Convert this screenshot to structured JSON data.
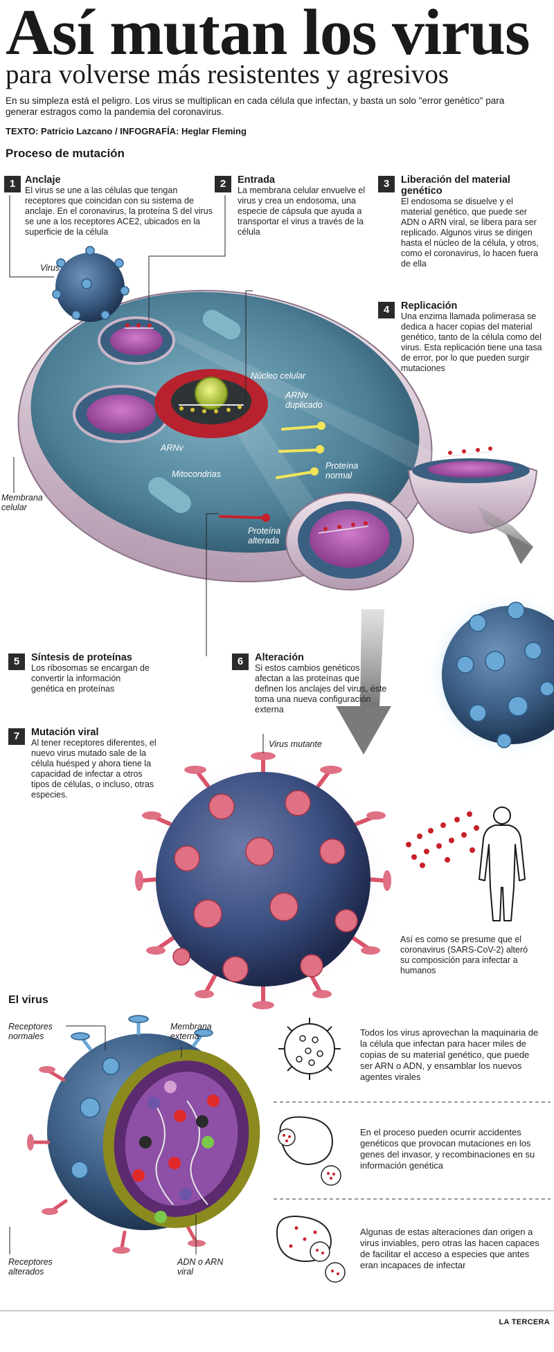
{
  "header": {
    "title": "Así mutan los virus",
    "subtitle": "para volverse más resistentes y agresivos",
    "intro": "En su simpleza está el peligro. Los virus se multiplican en cada célula que infectan, y basta un solo \"error genético\" para generar estragos como la pandemia del coronavirus.",
    "credits": "TEXTO: Patricio Lazcano / INFOGRAFÍA: Heglar Fleming"
  },
  "process": {
    "section_title": "Proceso de mutación",
    "steps": [
      {
        "num": "1",
        "title": "Anclaje",
        "body": "El virus se une a las células que tengan receptores que coincidan con su sistema de anclaje. En el coronavirus, la proteína S del virus se une a los receptores ACE2, ubicados en la superficie de la célula"
      },
      {
        "num": "2",
        "title": "Entrada",
        "body": "La membrana celular envuelve el virus y crea un endosoma, una especie de cápsula que ayuda a transportar el virus a través de la célula"
      },
      {
        "num": "3",
        "title": "Liberación del material genético",
        "body": "El endosoma se disuelve y el material genético, que puede ser ADN o ARN viral, se libera para ser replicado. Algunos virus se dirigen hasta el núcleo de la célula, y otros, como el coronavirus, lo hacen fuera de ella"
      },
      {
        "num": "4",
        "title": "Replicación",
        "body": "Una enzima llamada polimerasa se dedica a hacer copias del material genético, tanto de la célula como del virus. Esta replicación tiene una tasa de error, por lo que pueden surgir mutaciones"
      },
      {
        "num": "5",
        "title": "Síntesis de proteínas",
        "body": "Los ribosomas se encargan de convertir la información genética en proteínas"
      },
      {
        "num": "6",
        "title": "Alteración",
        "body": "Si estos cambios genéticos afectan a las proteínas que definen los anclajes del virus, éste toma una nueva configuración externa"
      },
      {
        "num": "7",
        "title": "Mutación viral",
        "body": "Al tener receptores diferentes, el nuevo virus mutado sale de la célula huésped y ahora tiene la capacidad de infectar a otros tipos de células, o incluso, otras especies."
      }
    ],
    "labels": {
      "virus": "Virus",
      "nucleo": "Núcleo celular",
      "arnv_dup": "ARNv duplicado",
      "arnv": "ARNv",
      "mitocondrias": "Mitocondrias",
      "proteina_normal": "Proteína normal",
      "proteina_alterada": "Proteína alterada",
      "membrana": "Membrana celular",
      "virus_mutante": "Virus mutante"
    },
    "human_caption": "Así es como se presume que el coronavirus (SARS-CoV-2) alteró su composición para infectar a humanos"
  },
  "virus_section": {
    "title": "El virus",
    "labels": {
      "receptores_normales": "Receptores normales",
      "membrana_externa": "Membrana externa",
      "receptores_alterados": "Receptores alterados",
      "adn": "ADN o ARN viral"
    },
    "notes": [
      "Todos los virus aprovechan la maquinaria de la célula que infectan para hacer miles de copias de su material genético, que puede ser ARN o ADN, y ensamblar los nuevos agentes virales",
      "En el proceso pueden ocurrir accidentes genéticos que provocan mutaciones en los genes del invasor, y recombinaciones en su información genética",
      "Algunas de estas alteraciones dan origen a virus inviables, pero otras las hacen capaces de facilitar el acceso a especies que antes eran incapaces de infectar"
    ]
  },
  "footer": {
    "source": "LA TERCERA"
  },
  "colors": {
    "cytoplasm": "#5d8fa3",
    "membrane": "#d9c9d6",
    "virus_body": "#3d5f86",
    "receptor_normal": "#6aa8d8",
    "receptor_altered": "#d9546a",
    "mutant_body": "#3a4f80",
    "nucleus_ring": "#b7222e",
    "endosome": "#a54ea4"
  }
}
